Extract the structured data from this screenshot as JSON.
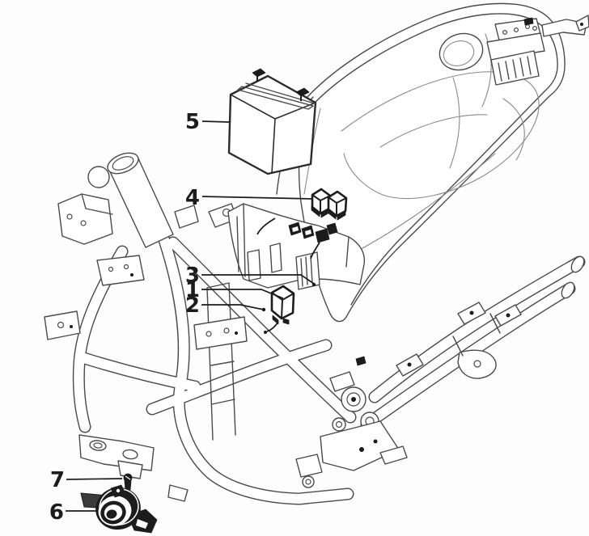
{
  "figure": {
    "type": "exploded-parts-diagram",
    "background_color": "#fdfdfd",
    "line_color": "#4a4a4a",
    "detail_line_color": "#8a8a8a",
    "dark_color": "#1c1c1c",
    "callouts": [
      {
        "label": "5"
      },
      {
        "label": "4"
      },
      {
        "label": "3"
      },
      {
        "label": "1"
      },
      {
        "label": "2"
      },
      {
        "label": "7"
      },
      {
        "label": "6"
      }
    ]
  }
}
